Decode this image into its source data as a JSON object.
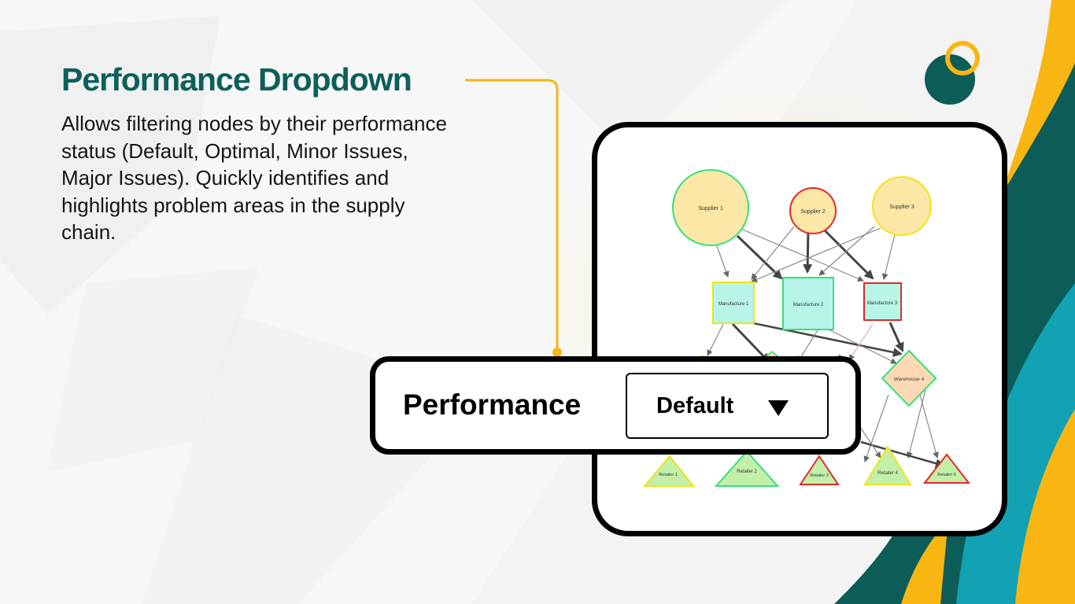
{
  "slide": {
    "title": "Performance Dropdown",
    "description": "Allows filtering nodes by their performance status (Default, Optimal, Minor Issues, Major Issues). Quickly identifies and highlights problem areas in the supply chain."
  },
  "colors": {
    "title": "#0d5f5a",
    "accent_yellow": "#f9b612",
    "teal_dark": "#0c5c58",
    "teal_light": "#13a1b4",
    "status_optimal": "#33e07a",
    "status_minor": "#f2e21c",
    "status_major": "#e12a2a"
  },
  "diagram": {
    "suppliers": [
      {
        "label": "Supplier 1",
        "status": "optimal"
      },
      {
        "label": "Supplier 2",
        "status": "major"
      },
      {
        "label": "Supplier 3",
        "status": "minor"
      }
    ],
    "manufacturers": [
      {
        "label": "Manufacture 1",
        "status": "minor"
      },
      {
        "label": "Manufacture 2",
        "status": "optimal"
      },
      {
        "label": "Manufacture 3",
        "status": "major"
      }
    ],
    "warehouses": [
      {
        "label": "Warehouse 4",
        "status": "optimal"
      }
    ],
    "retailers": [
      {
        "label": "Retailer 1",
        "status": "minor"
      },
      {
        "label": "Retailer 2",
        "status": "optimal"
      },
      {
        "label": "Retailer 3",
        "status": "major"
      },
      {
        "label": "Retailer 4",
        "status": "minor"
      },
      {
        "label": "Retailer 5",
        "status": "major"
      }
    ]
  },
  "performance_filter": {
    "label": "Performance",
    "selected": "Default",
    "arrow_icon": "triangle-down-icon"
  }
}
